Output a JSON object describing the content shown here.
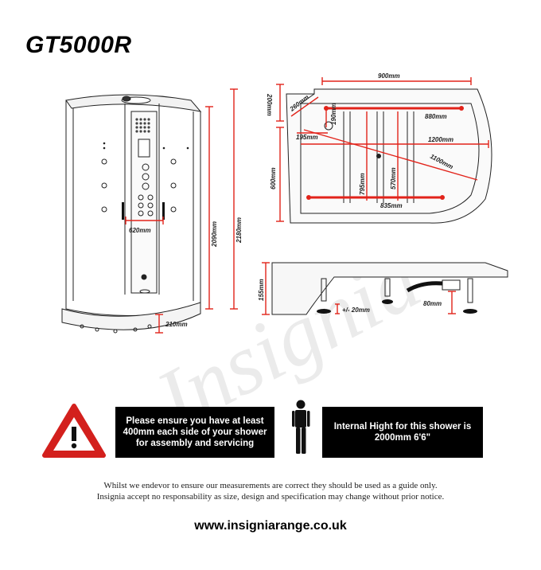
{
  "product": {
    "title": "GT5000R"
  },
  "watermark": {
    "text": "Insignia"
  },
  "dimensions": {
    "front_view": {
      "door_width": "620mm",
      "height_2090": "2090mm",
      "height_2180": "2180mm",
      "tray_210": "210mm"
    },
    "plan_view": {
      "width_900": "900mm",
      "depth_200": "200mm",
      "diag_260": "260mm",
      "drop_190": "190mm",
      "offset_195": "195mm",
      "rail_880": "880mm",
      "width_1200": "1200mm",
      "diag_1100": "1100mm",
      "depth_600": "600mm",
      "depth_795": "795mm",
      "depth_570": "570mm",
      "rail_835": "835mm"
    },
    "side_view": {
      "tray_height_155": "155mm",
      "leg_adjust": "+/- 20mm",
      "waste_80": "80mm"
    }
  },
  "notices": {
    "warning_icon": "warning-triangle-icon",
    "person_icon": "person-icon",
    "assembly_notice": "Please ensure you have at least 400mm each side of your shower for assembly and servicing",
    "internal_height": "Internal Hight for this shower is 2000mm 6'6\""
  },
  "disclaimer": {
    "line1": "Whilst we endevor to ensure our measurements are correct they should be used as a guide only.",
    "line2": "Insignia accept no responsability as size, design and specification may change without prior notice."
  },
  "website": "www.insigniarange.co.uk",
  "colors": {
    "dimension_line": "#e2231a",
    "banner": "#000000",
    "banner_text": "#ffffff"
  }
}
